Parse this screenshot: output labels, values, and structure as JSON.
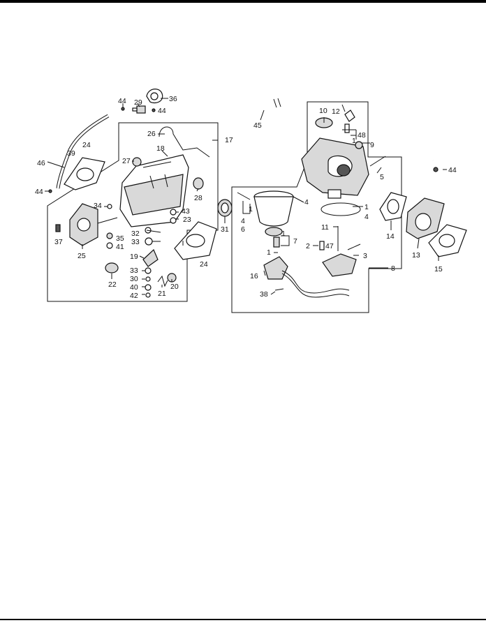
{
  "figure": {
    "labels": {
      "l1": "1",
      "l2": "2",
      "l3": "3",
      "l4": "4",
      "l5": "5",
      "l6": "6",
      "l7": "7",
      "l8": "8",
      "l9": "9",
      "l10": "10",
      "l11": "11",
      "l12": "12",
      "l13": "13",
      "l14": "14",
      "l15": "15",
      "l16": "16",
      "l17": "17",
      "l18": "18",
      "l19": "19",
      "l20": "20",
      "l21": "21",
      "l22": "22",
      "l23": "23",
      "l24": "24",
      "l25": "25",
      "l26": "26",
      "l27": "27",
      "l28": "28",
      "l29": "29",
      "l30": "30",
      "l31": "31",
      "l32": "32",
      "l33": "33",
      "l34": "34",
      "l35": "35",
      "l36": "36",
      "l37": "37",
      "l38": "38",
      "l39": "39",
      "l40": "40",
      "l41": "41",
      "l42": "42",
      "l43": "43",
      "l44": "44",
      "l45": "45",
      "l46": "46",
      "l47": "47",
      "l48": "48"
    },
    "icons": [
      "fuel-tube",
      "fuel-pump",
      "air-cleaner-case",
      "carburetor",
      "float-chamber",
      "insulator",
      "gasket",
      "fuel-cut-solenoid"
    ]
  }
}
